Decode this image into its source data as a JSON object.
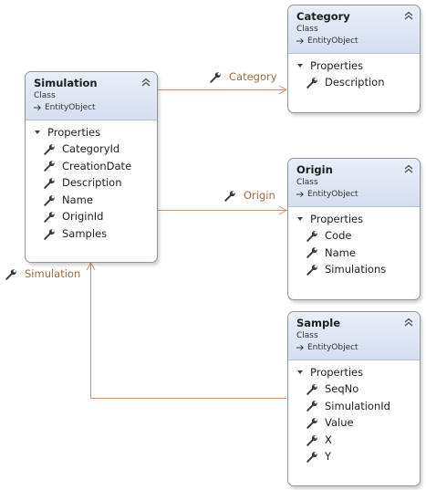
{
  "classes": {
    "simulation": {
      "name": "Simulation",
      "stereotype": "Class",
      "base": "EntityObject",
      "section": "Properties",
      "props": [
        "CategoryId",
        "CreationDate",
        "Description",
        "Name",
        "OriginId",
        "Samples"
      ]
    },
    "category": {
      "name": "Category",
      "stereotype": "Class",
      "base": "EntityObject",
      "section": "Properties",
      "props": [
        "Description"
      ]
    },
    "origin": {
      "name": "Origin",
      "stereotype": "Class",
      "base": "EntityObject",
      "section": "Properties",
      "props": [
        "Code",
        "Name",
        "Simulations"
      ]
    },
    "sample": {
      "name": "Sample",
      "stereotype": "Class",
      "base": "EntityObject",
      "section": "Properties",
      "props": [
        "SeqNo",
        "SimulationId",
        "Value",
        "X",
        "Y"
      ]
    }
  },
  "associations": {
    "category": "Category",
    "origin": "Origin",
    "simulation": "Simulation"
  },
  "colors": {
    "connector": "#c8957a",
    "label": "#9c6b45",
    "header": "#dce4f2",
    "border": "#8e959c"
  }
}
